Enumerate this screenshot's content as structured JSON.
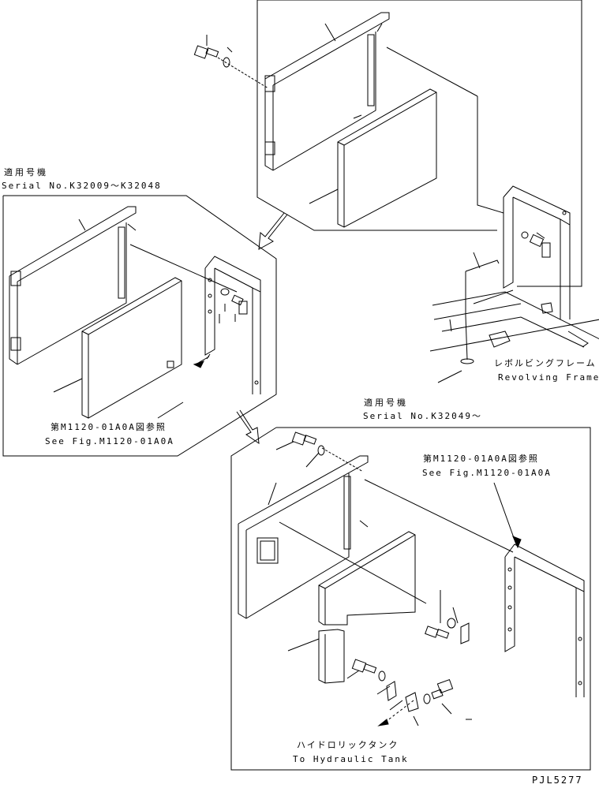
{
  "labels": {
    "serial_early_jp": "適用号機",
    "serial_early": "Serial No.K32009〜K32048",
    "serial_late_jp": "適用号機",
    "serial_late": "Serial No.K32049〜",
    "see_fig_left_jp": "第M1120-01A0A図参照",
    "see_fig_left": "See Fig.M1120-01A0A",
    "see_fig_right_jp": "第M1120-01A0A図参照",
    "see_fig_right": "See Fig.M1120-01A0A",
    "frame_jp": "レボルビングフレーム",
    "frame": "Revolving Frame",
    "tank_jp": "ハイドロリックタンク",
    "tank": "To Hydraulic Tank",
    "drawing_code": "PJL5277"
  }
}
